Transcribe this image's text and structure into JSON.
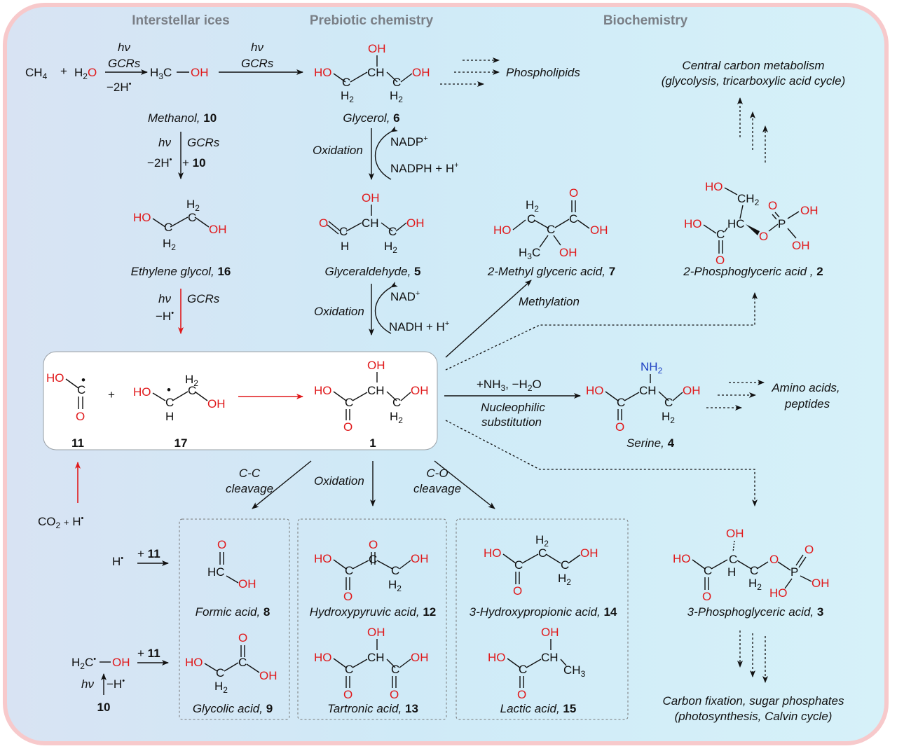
{
  "headers": {
    "col1": "Interstellar ices",
    "col2": "Prebiotic chemistry",
    "col3": "Biochemistry"
  },
  "compounds": {
    "methanol": {
      "name": "Methanol,",
      "num": "10"
    },
    "glycerol": {
      "name": "Glycerol,",
      "num": "6"
    },
    "ethylene_glycol": {
      "name": "Ethylene glycol,",
      "num": "16"
    },
    "glyceraldehyde": {
      "name": "Glyceraldehyde,",
      "num": "5"
    },
    "methyl_glyceric": {
      "name": "2-Methyl glyceric acid,",
      "num": "7"
    },
    "phosphoglyceric2": {
      "name": "2-Phosphoglyceric acid ,",
      "num": "2"
    },
    "serine": {
      "name": "Serine,",
      "num": "4"
    },
    "formic": {
      "name": "Formic acid,",
      "num": "8"
    },
    "hydroxypyruvic": {
      "name": "Hydroxypyruvic acid,",
      "num": "12"
    },
    "hydroxypropionic": {
      "name": "3-Hydroxypropionic acid,",
      "num": "14"
    },
    "phosphoglyceric3": {
      "name": "3-Phosphoglyceric acid,",
      "num": "3"
    },
    "glycolic": {
      "name": "Glycolic acid,",
      "num": "9"
    },
    "tartronic": {
      "name": "Tartronic acid,",
      "num": "13"
    },
    "lactic": {
      "name": "Lactic acid,",
      "num": "15"
    },
    "radical11": {
      "num": "11"
    },
    "radical17": {
      "num": "17"
    },
    "glyceric1": {
      "num": "1"
    }
  },
  "conditions": {
    "hv": "hν",
    "gcrs": "GCRs",
    "minus_2h": "−2H",
    "minus_h": "−H",
    "plus": "+",
    "plus10": "+ 10",
    "plus11": "+ 11",
    "oxidation": "Oxidation",
    "nadp": "NADP",
    "nadph": "NADPH + H",
    "nad": "NAD",
    "nadh": "NADH + H",
    "methylation": "Methylation",
    "nh3": "+NH",
    "minus_h2o": "−H",
    "nucleophilic": "Nucleophilic",
    "substitution": "substitution",
    "cc": "C-C",
    "co": "C-O",
    "cleavage": "cleavage"
  },
  "outcomes": {
    "phospholipids": "Phospholipids",
    "central1": "Central carbon metabolism",
    "central2": "(glycolysis, tricarboxylic acid cycle)",
    "amino1": "Amino acids,",
    "amino2": "peptides",
    "carbon1": "Carbon fixation, sugar phosphates",
    "carbon2": "(photosynthesis, Calvin cycle)"
  },
  "atoms": {
    "CH4": "CH",
    "H2O": "H",
    "O": "O",
    "OH": "OH",
    "HO": "HO",
    "H": "H",
    "C": "C",
    "CH": "CH",
    "CH2": "CH",
    "H2": "H",
    "H3C": "H",
    "NH2": "NH",
    "CO2": "CO",
    "P": "P",
    "CH3": "CH",
    "HC": "HC",
    "H2C": "H",
    "two": "2",
    "three": "3",
    "four": "4",
    "plus_sup": "+",
    "dot": "•"
  },
  "colors": {
    "red": "#e0191b",
    "blue": "#1d3fc2",
    "frame": "#f7c9cb",
    "header": "#7a7f86"
  }
}
